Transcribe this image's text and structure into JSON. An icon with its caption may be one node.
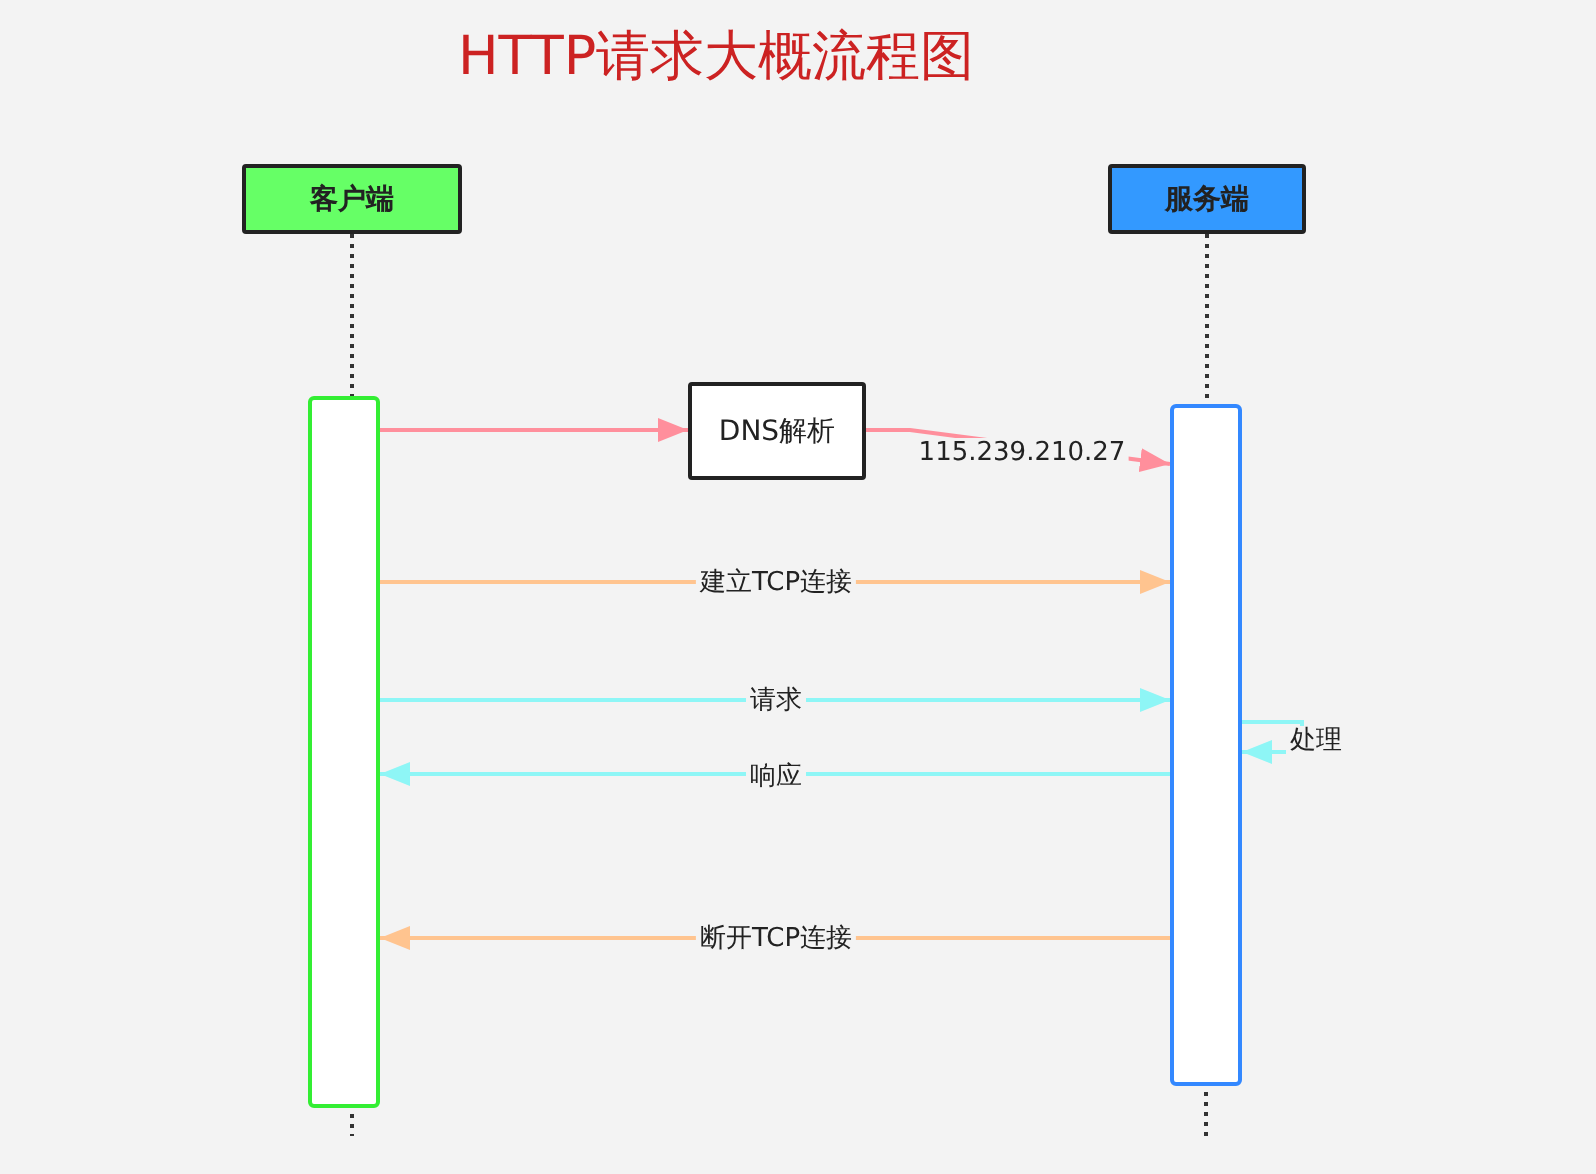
{
  "diagram": {
    "title": "HTTP请求大概流程图",
    "nodes": [
      {
        "text": [
          "客户端"
        ]
      },
      {
        "text": [
          "服务端"
        ]
      },
      {
        "text": [],
        "shape": "bar"
      },
      {
        "text": [
          "DNS解析"
        ]
      },
      {
        "text": [],
        "shape": "bar"
      }
    ],
    "edges": [
      {
        "from": 0,
        "to": 2,
        "arrow": "none",
        "style": "dashed",
        "color": "#333333"
      },
      {
        "from": 1,
        "to": 4,
        "arrow": "none",
        "style": "dashed",
        "color": "#333333"
      },
      {
        "from": 2,
        "to": 3,
        "arrow": "to",
        "color": "#ff8f9c"
      },
      {
        "from": 3,
        "to": 4,
        "arrow": "to",
        "label": "115.239.210.27",
        "color": "#ff8f9c"
      },
      {
        "from": 2,
        "to": 4,
        "arrow": "to",
        "label": "建立TCP连接",
        "color": "#ffc48f"
      },
      {
        "from": 2,
        "to": 4,
        "arrow": "to",
        "label": "请求",
        "color": "#8ef6f6"
      },
      {
        "from": 4,
        "to": 4,
        "arrow": "to",
        "label": "处理",
        "color": "#8ef6f6"
      },
      {
        "from": 4,
        "to": 2,
        "arrow": "to",
        "label": "响应",
        "color": "#8ef6f6"
      },
      {
        "from": 4,
        "to": 2,
        "arrow": "to",
        "label": "断开TCP连接",
        "color": "#ffc48f"
      }
    ]
  }
}
